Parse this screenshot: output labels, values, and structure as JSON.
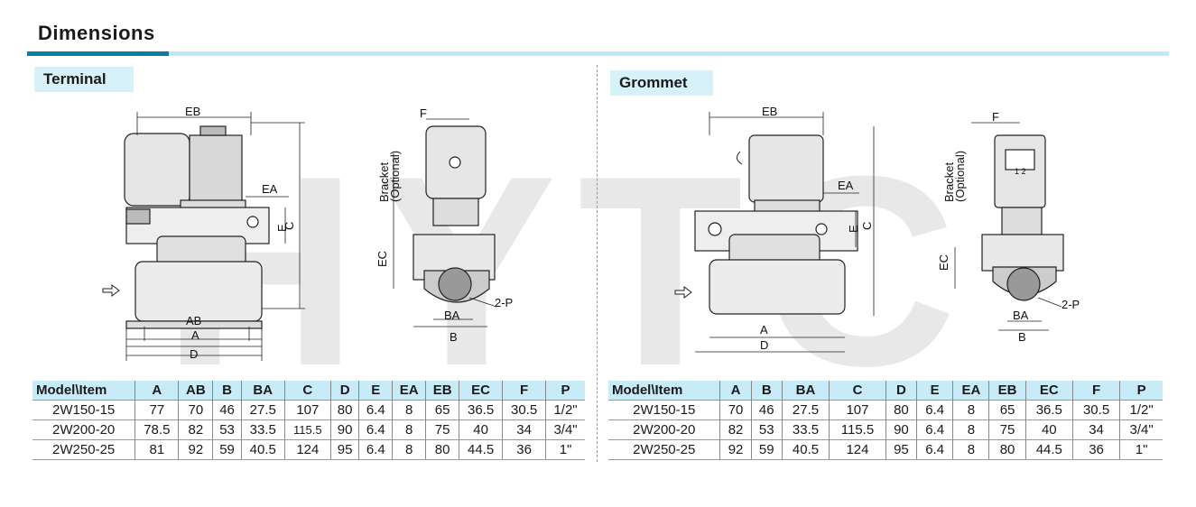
{
  "page": {
    "title": "Dimensions",
    "watermark": "HYTC"
  },
  "sections": {
    "terminal": {
      "label": "Terminal",
      "drawing": {
        "EB": "EB",
        "EA": "EA",
        "E": "E",
        "C": "C",
        "AB": "AB",
        "A": "A",
        "D": "D",
        "F": "F",
        "bracket": "Bracket",
        "optional": "(Optional)",
        "EC": "EC",
        "port": "2-P",
        "BA": "BA",
        "B": "B"
      },
      "table": {
        "headers": [
          "Model\\Item",
          "A",
          "AB",
          "B",
          "BA",
          "C",
          "D",
          "E",
          "EA",
          "EB",
          "EC",
          "F",
          "P"
        ],
        "rows": [
          [
            "2W150-15",
            "77",
            "70",
            "46",
            "27.5",
            "107",
            "80",
            "6.4",
            "8",
            "65",
            "36.5",
            "30.5",
            "1/2\""
          ],
          [
            "2W200-20",
            "78.5",
            "82",
            "53",
            "33.5",
            "115.5",
            "90",
            "6.4",
            "8",
            "75",
            "40",
            "34",
            "3/4\""
          ],
          [
            "2W250-25",
            "81",
            "92",
            "59",
            "40.5",
            "124",
            "95",
            "6.4",
            "8",
            "80",
            "44.5",
            "36",
            "1\""
          ]
        ]
      }
    },
    "grommet": {
      "label": "Grommet",
      "drawing": {
        "EB": "EB",
        "EA": "EA",
        "E": "E",
        "C": "C",
        "A": "A",
        "D": "D",
        "F": "F",
        "bracket": "Bracket",
        "optional": "(Optional)",
        "EC": "EC",
        "port": "2-P",
        "BA": "BA",
        "B": "B",
        "pins": "1 2"
      },
      "table": {
        "headers": [
          "Model\\Item",
          "A",
          "B",
          "BA",
          "C",
          "D",
          "E",
          "EA",
          "EB",
          "EC",
          "F",
          "P"
        ],
        "rows": [
          [
            "2W150-15",
            "70",
            "46",
            "27.5",
            "107",
            "80",
            "6.4",
            "8",
            "65",
            "36.5",
            "30.5",
            "1/2\""
          ],
          [
            "2W200-20",
            "82",
            "53",
            "33.5",
            "115.5",
            "90",
            "6.4",
            "8",
            "75",
            "40",
            "34",
            "3/4\""
          ],
          [
            "2W250-25",
            "92",
            "59",
            "40.5",
            "124",
            "95",
            "6.4",
            "8",
            "80",
            "44.5",
            "36",
            "1\""
          ]
        ]
      }
    }
  }
}
